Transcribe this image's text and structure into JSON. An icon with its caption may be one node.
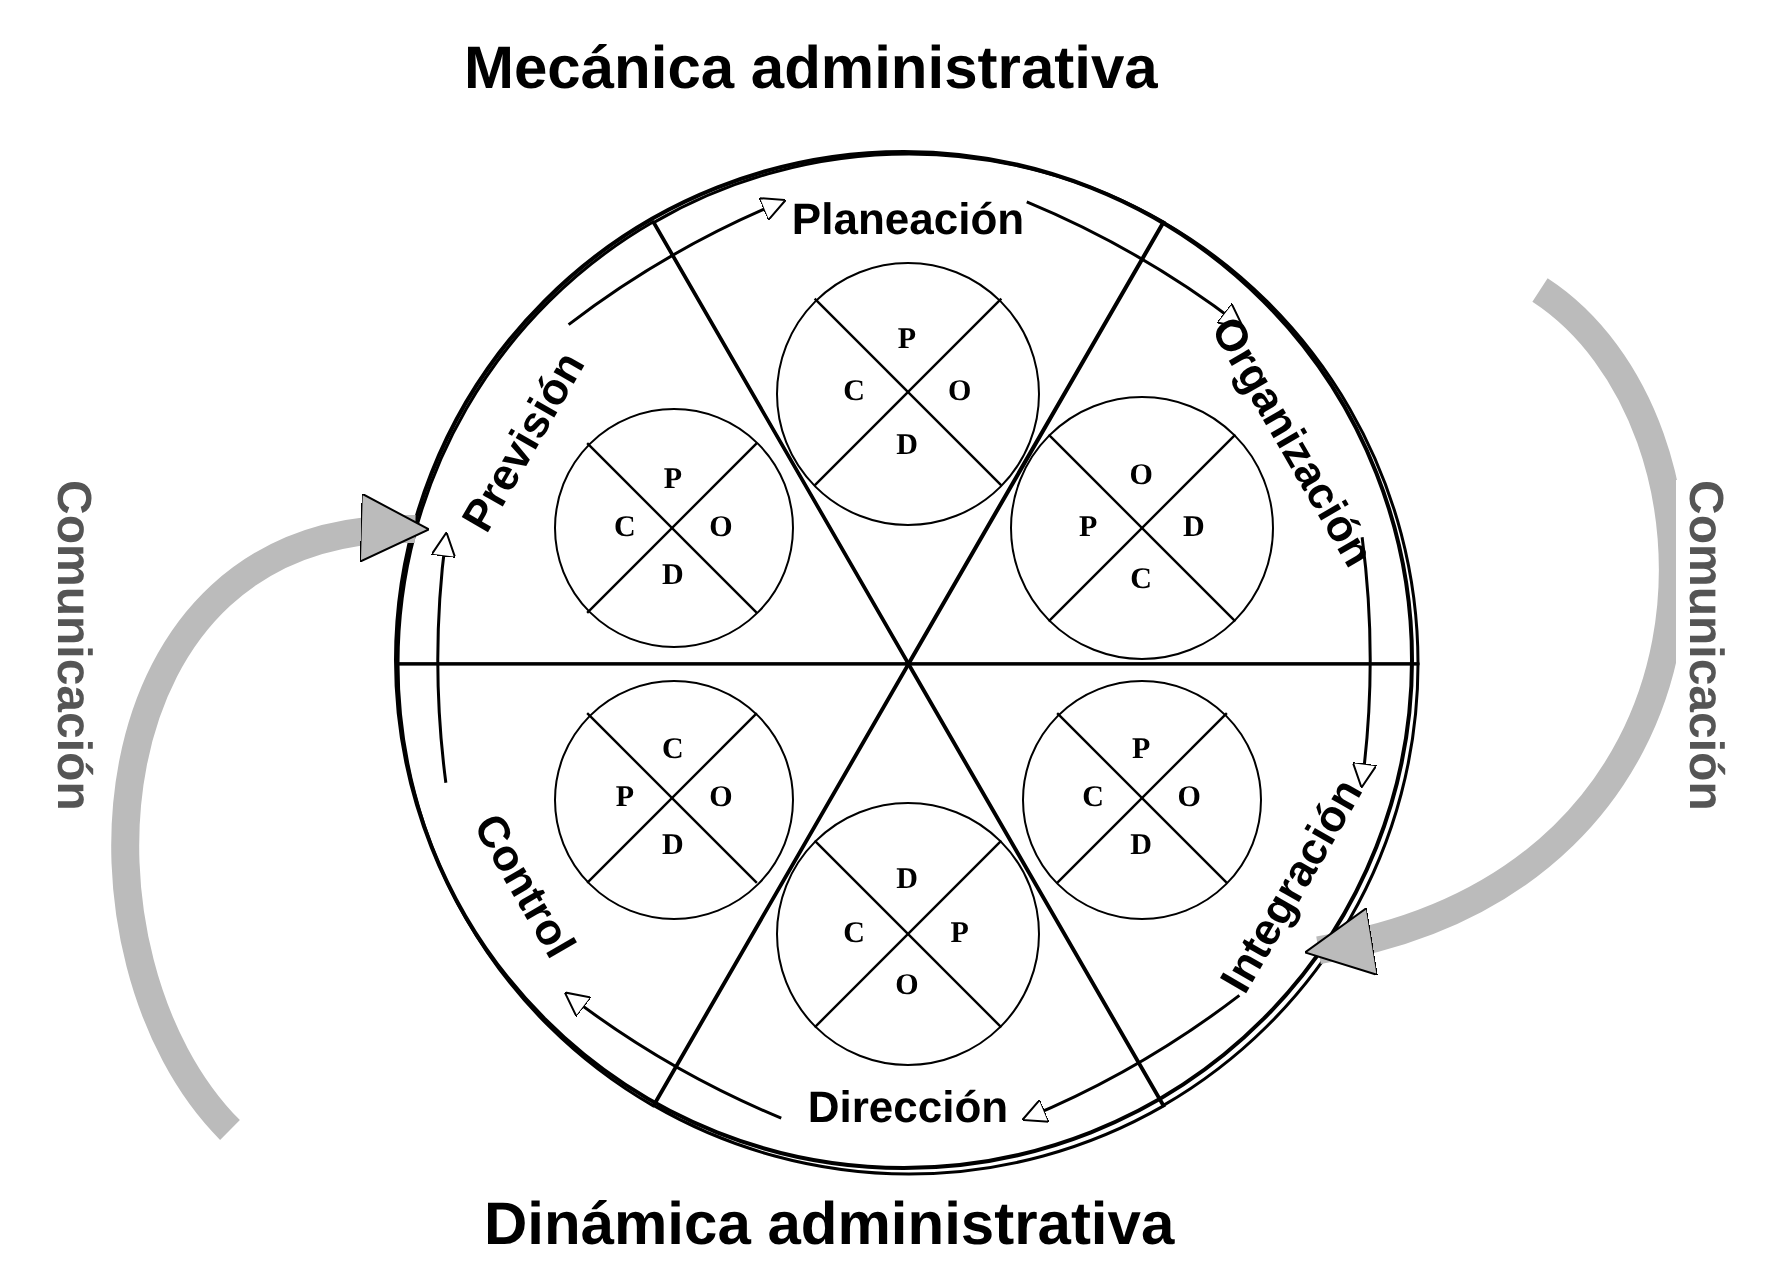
{
  "diagram": {
    "nodes": [
      {
        "text": [],
        "shape": "circle"
      },
      {
        "text": [
          "Previsión"
        ],
        "in": 0
      },
      {
        "text": [
          "P",
          "C",
          "O",
          "D"
        ],
        "in": 1
      },
      {
        "text": [
          "Planeación"
        ],
        "in": 0
      },
      {
        "text": [
          "P",
          "C",
          "O",
          "D"
        ],
        "in": 3
      },
      {
        "text": [
          "Organización"
        ],
        "in": 0
      },
      {
        "text": [
          "O",
          "P",
          "D",
          "C"
        ],
        "in": 5
      },
      {
        "text": [
          "Control"
        ],
        "in": 0
      },
      {
        "text": [
          "C",
          "P",
          "O",
          "D"
        ],
        "in": 7
      },
      {
        "text": [
          "Dirección"
        ],
        "in": 0
      },
      {
        "text": [
          "D",
          "C",
          "P",
          "O"
        ],
        "in": 9
      },
      {
        "text": [
          "Integración"
        ],
        "in": 0
      },
      {
        "text": [
          "P",
          "C",
          "O",
          "D"
        ],
        "in": 11
      }
    ],
    "edges": [
      {
        "from": 1,
        "to": 3,
        "arrow": "to"
      },
      {
        "from": 3,
        "to": 5,
        "arrow": "to"
      },
      {
        "from": 5,
        "to": 11,
        "arrow": "to"
      },
      {
        "from": 11,
        "to": 9,
        "arrow": "to"
      },
      {
        "from": 9,
        "to": 7,
        "arrow": "to"
      },
      {
        "from": 7,
        "to": 1,
        "arrow": "to"
      },
      {
        "from": null,
        "to": 1,
        "arrow": "to",
        "label": "Comunicación",
        "style": "thick",
        "color": "#bbbbbb"
      },
      {
        "from": null,
        "to": 11,
        "arrow": "to",
        "label": "Comunicación",
        "style": "thick",
        "color": "#bbbbbb"
      }
    ],
    "labels": [
      "Mecánica administrativa",
      "Dinámica administrativa"
    ]
  }
}
